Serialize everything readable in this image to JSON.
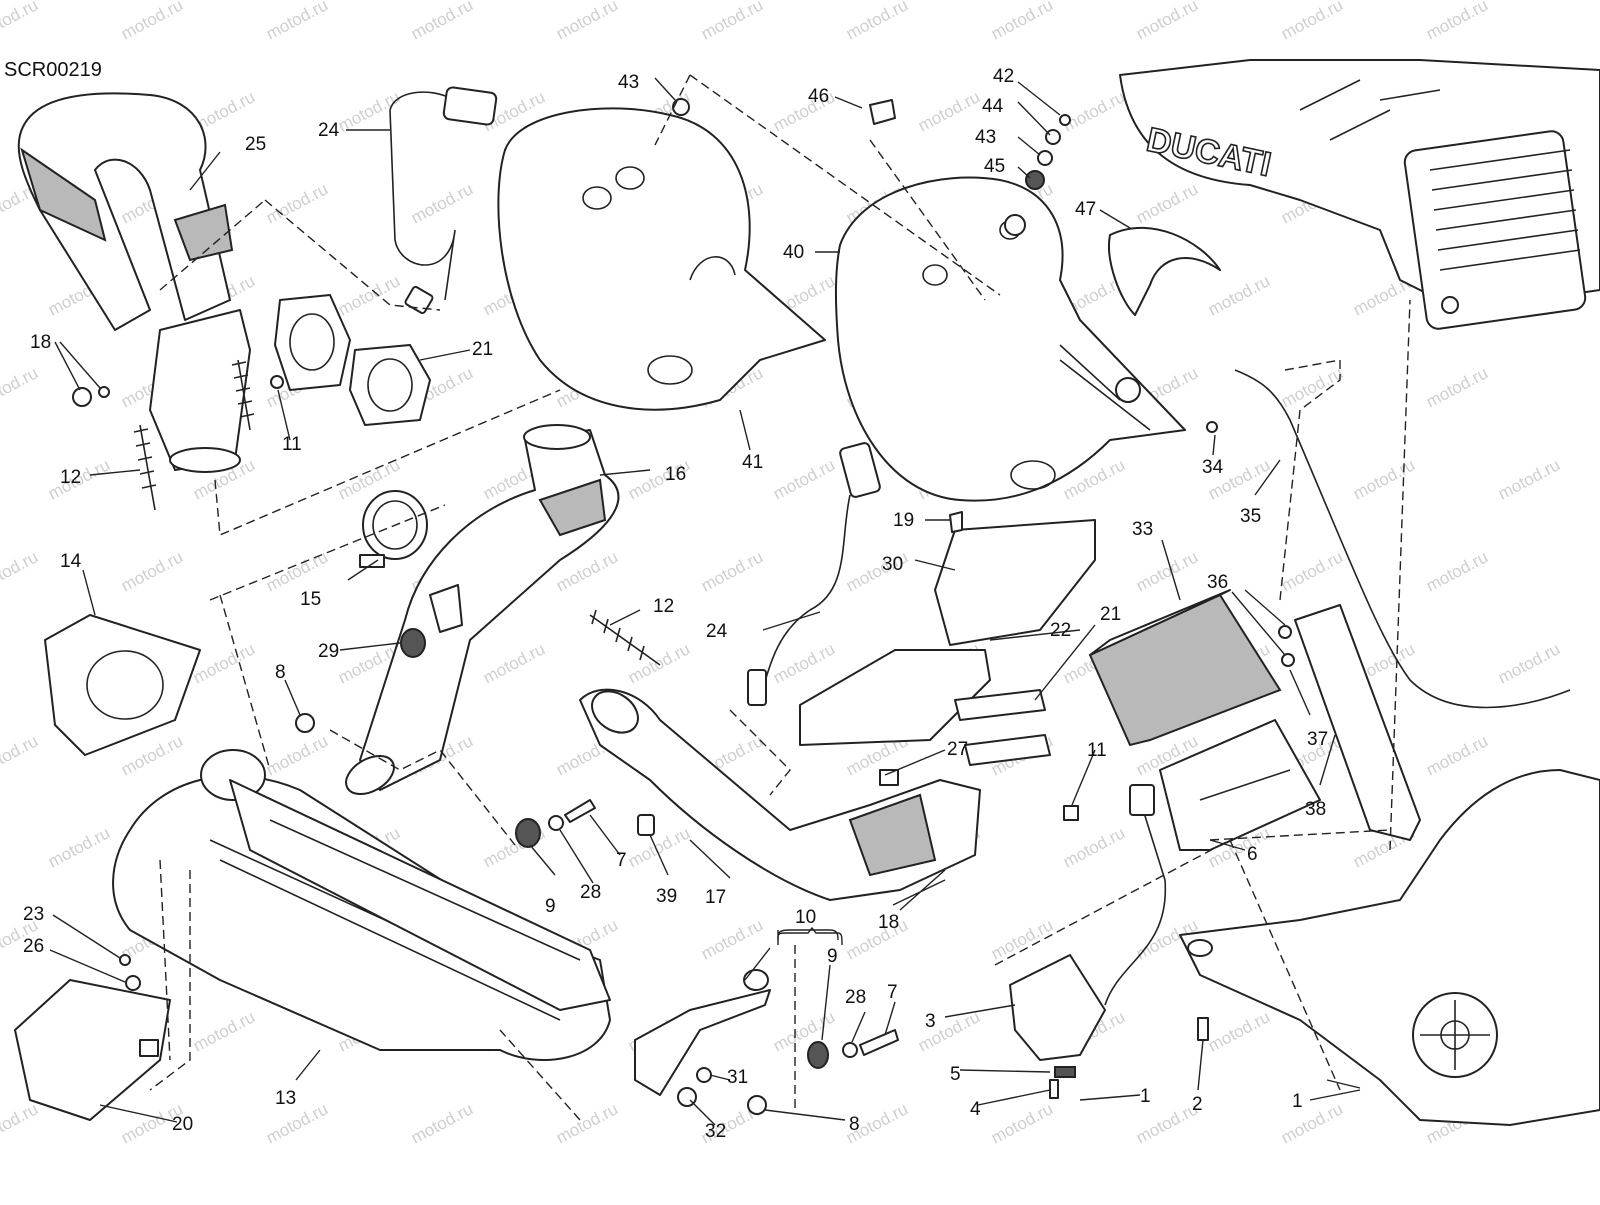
{
  "diagram": {
    "code": "SCR00219",
    "brand": "DUCATI",
    "watermark": "motod.ru",
    "callouts": [
      "1",
      "2",
      "3",
      "4",
      "5",
      "6",
      "7",
      "8",
      "9",
      "10",
      "11",
      "12",
      "13",
      "14",
      "15",
      "16",
      "17",
      "18",
      "19",
      "20",
      "21",
      "22",
      "23",
      "24",
      "25",
      "26",
      "27",
      "28",
      "29",
      "30",
      "31",
      "32",
      "33",
      "34",
      "35",
      "36",
      "37",
      "38",
      "39",
      "40",
      "41",
      "42",
      "43",
      "44",
      "45",
      "46",
      "47"
    ]
  },
  "colors": {
    "line": "#222222",
    "shade": "#b9b9b9",
    "watermark": "#cfcfcf"
  }
}
